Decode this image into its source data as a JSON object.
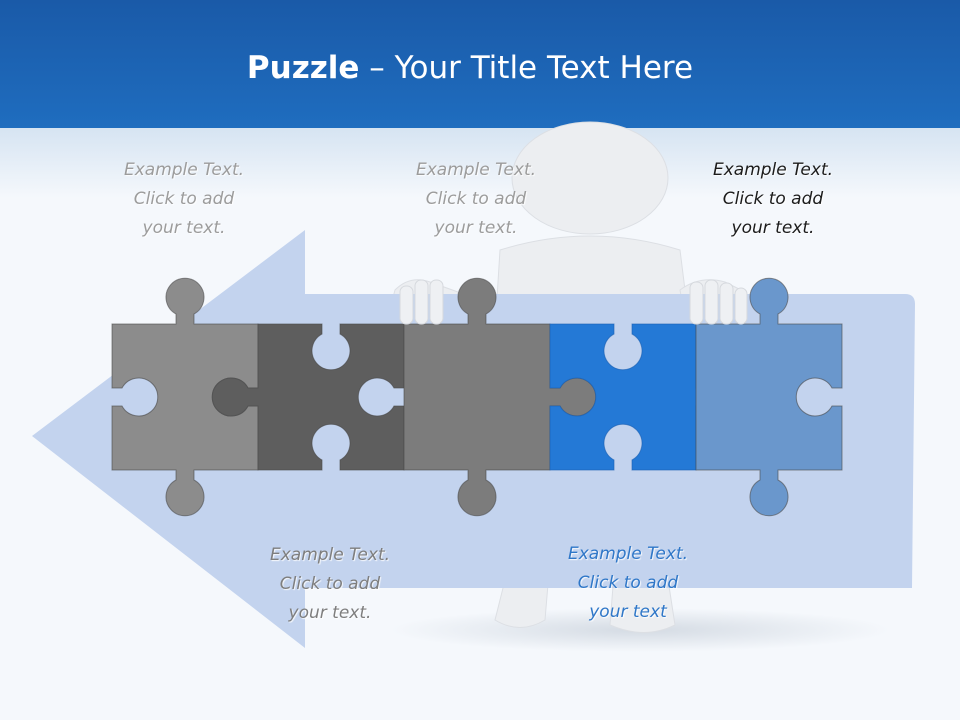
{
  "title": {
    "bold": "Puzzle",
    "rest": " – Your Title Text Here"
  },
  "colors": {
    "header": "#1f6dbf",
    "arrow": "#c3d3ee",
    "piece1": "#8c8c8c",
    "piece2": "#5e5e5e",
    "piece3": "#7c7c7c",
    "piece4": "#2479d6",
    "piece5": "#6a97cc"
  },
  "labels": [
    {
      "lines": [
        "Example Text.",
        "Click  to add",
        "your text."
      ],
      "color": "#9c9c9c"
    },
    {
      "lines": [
        "Example Text.",
        "Click  to add",
        "your text."
      ],
      "color": "#9c9c9c"
    },
    {
      "lines": [
        "Example Text.",
        "Click  to add",
        "your text."
      ],
      "color": "#1c1c1c"
    },
    {
      "lines": [
        "Example Text.",
        "Click  to add",
        "your text."
      ],
      "color": "#7e7e7e"
    },
    {
      "lines": [
        "Example Text.",
        "Click  to add",
        "your text"
      ],
      "color": "#2f77c8"
    }
  ]
}
